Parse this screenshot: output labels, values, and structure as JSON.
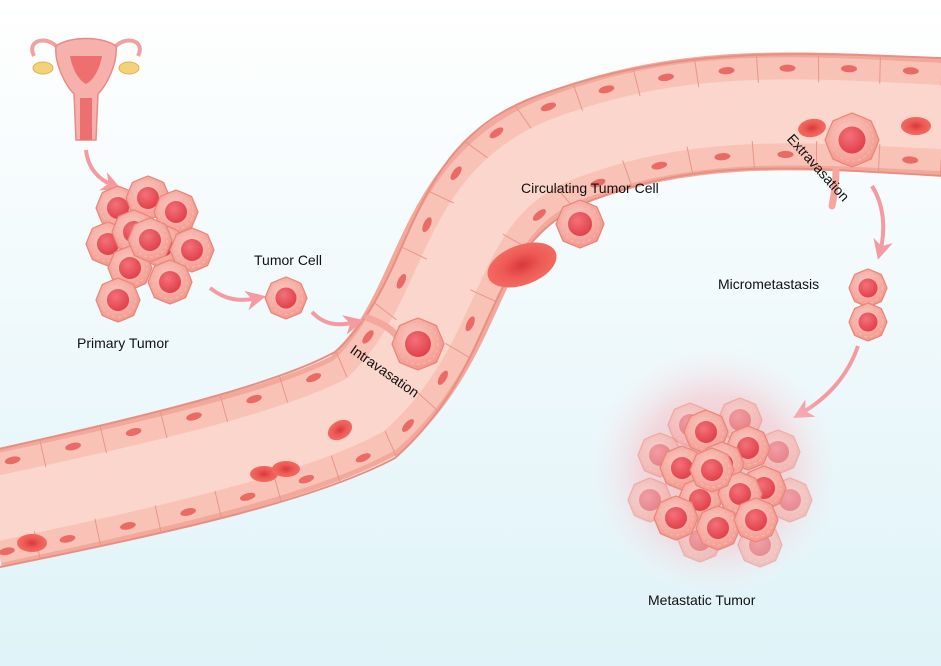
{
  "labels": {
    "primary_tumor": "Primary Tumor",
    "tumor_cell": "Tumor Cell",
    "intravasation": "Intravasation",
    "circulating_tumor_cell": "Circulating Tumor Cell",
    "extravasation": "Extravasation",
    "micrometastasis": "Micrometastasis",
    "metastatic_tumor": "Metastatic Tumor"
  },
  "colors": {
    "background_top": "#ffffff",
    "background_bottom": "#dff3f8",
    "vessel_wall": "#f6b5a8",
    "vessel_lumen": "#fbd3c9",
    "red_blood_cell": "#ef5a55",
    "tumor_cell": "#f7a59c",
    "tumor_nucleus": "#ee4d55",
    "arrow": "#f49aa0",
    "metastasis_glow": "#f2a4ad"
  },
  "icons": {
    "organ": "uterus-icon"
  }
}
